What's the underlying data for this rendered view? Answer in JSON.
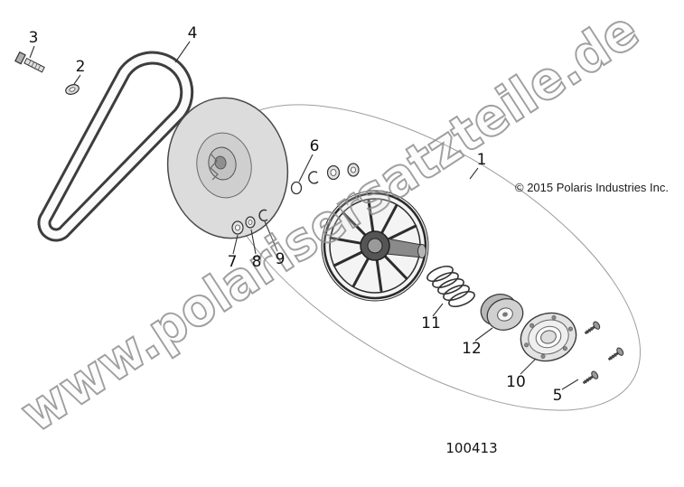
{
  "diagram": {
    "watermark": "www.polarisersatzteile.de",
    "copyright": "© 2015 Polaris Industries Inc.",
    "part_number": "100413",
    "callouts": {
      "c1": "1",
      "c2": "2",
      "c3": "3",
      "c4": "4",
      "c5": "5",
      "c6": "6",
      "c7": "7",
      "c8": "8",
      "c9": "9",
      "c10": "10",
      "c11": "11",
      "c12": "12"
    }
  }
}
